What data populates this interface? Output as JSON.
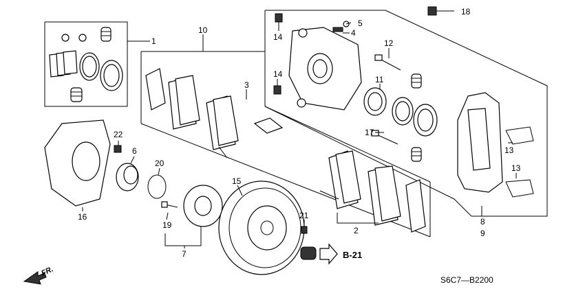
{
  "diagram": {
    "callouts": {
      "c1": "1",
      "c2": "2",
      "c3": "3",
      "c4": "4",
      "c5": "5",
      "c6": "6",
      "c7": "7",
      "c8": "8",
      "c9": "9",
      "c10": "10",
      "c11": "11",
      "c12": "12",
      "c13a": "13",
      "c13b": "13",
      "c14a": "14",
      "c14b": "14",
      "c15": "15",
      "c16": "16",
      "c17": "17",
      "c18": "18",
      "c19": "19",
      "c20": "20",
      "c21": "21",
      "c22": "22"
    },
    "reference": "B-21",
    "direction": "FR.",
    "diagram_code": "S6C7—B2200"
  }
}
